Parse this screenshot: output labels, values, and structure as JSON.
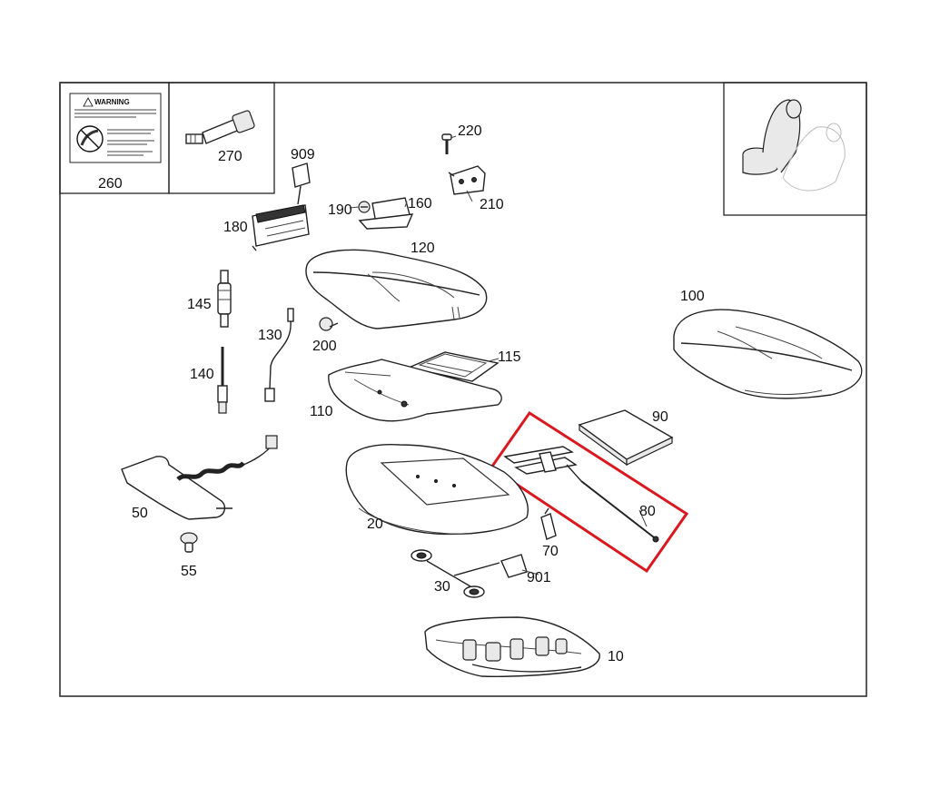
{
  "diagram": {
    "parts": [
      {
        "number": "260"
      },
      {
        "number": "270"
      },
      {
        "number": "909"
      },
      {
        "number": "180"
      },
      {
        "number": "220"
      },
      {
        "number": "210"
      },
      {
        "number": "190"
      },
      {
        "number": "160"
      },
      {
        "number": "120"
      },
      {
        "number": "145"
      },
      {
        "number": "130"
      },
      {
        "number": "200"
      },
      {
        "number": "140"
      },
      {
        "number": "115"
      },
      {
        "number": "110"
      },
      {
        "number": "100"
      },
      {
        "number": "90"
      },
      {
        "number": "80"
      },
      {
        "number": "50"
      },
      {
        "number": "20"
      },
      {
        "number": "70"
      },
      {
        "number": "55"
      },
      {
        "number": "30"
      },
      {
        "number": "901"
      },
      {
        "number": "10"
      }
    ],
    "warning_label": {
      "title": "WARNING"
    },
    "highlight": {
      "part": "80",
      "color": "#d9191f"
    }
  }
}
